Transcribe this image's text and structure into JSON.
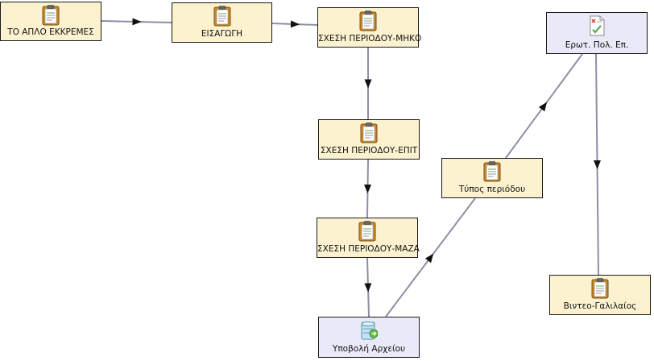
{
  "colors": {
    "activity_fill": "#fdf2cf",
    "special_fill": "#e9e9f7",
    "edge": "#8e8ea6",
    "arrow": "#111111"
  },
  "nodes": {
    "n1": {
      "label": "ΤΟ ΑΠΛΟ ΕΚΚΡΕΜΕΣ",
      "icon": "clipboard-icon"
    },
    "n2": {
      "label": "ΕΙΣΑΓΩΓΗ",
      "icon": "clipboard-icon"
    },
    "n3": {
      "label": "ΣΧΕΣΗ ΠΕΡΙΟΔΟΥ-ΜΗΚΟ",
      "icon": "clipboard-icon"
    },
    "n4": {
      "label": "ΣΧΕΣΗ ΠΕΡΙΟΔΟΥ-ΕΠΙΤ",
      "icon": "clipboard-icon"
    },
    "n5": {
      "label": "ΣΧΕΣΗ ΠΕΡΙΟΔΟΥ-ΜΑΖΑ",
      "icon": "clipboard-icon"
    },
    "n6": {
      "label": "Υποβολή Αρχείου",
      "icon": "file-upload-icon"
    },
    "n7": {
      "label": "Τύπος περιόδου",
      "icon": "clipboard-icon"
    },
    "n8": {
      "label": "Ερωτ. Πολ. Επ.",
      "icon": "quiz-icon"
    },
    "n9": {
      "label": "Βιντεο-Γαλιλαίος",
      "icon": "clipboard-icon"
    }
  },
  "edges": [
    {
      "from": "n1",
      "to": "n2"
    },
    {
      "from": "n2",
      "to": "n3"
    },
    {
      "from": "n3",
      "to": "n4"
    },
    {
      "from": "n4",
      "to": "n5"
    },
    {
      "from": "n5",
      "to": "n6"
    },
    {
      "from": "n6",
      "to": "n7"
    },
    {
      "from": "n7",
      "to": "n8"
    },
    {
      "from": "n8",
      "to": "n9"
    }
  ]
}
